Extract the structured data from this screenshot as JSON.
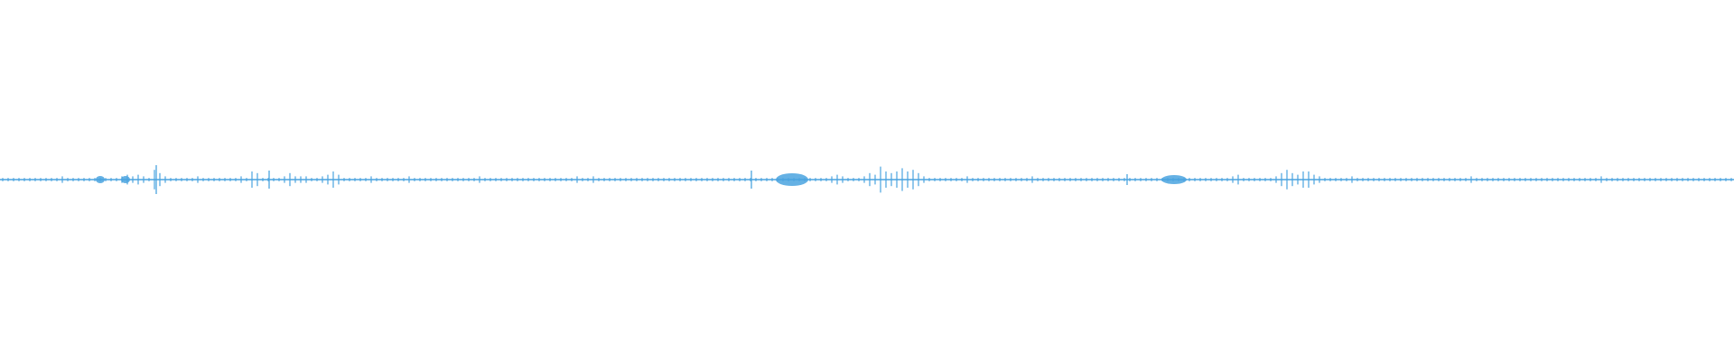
{
  "waveform": {
    "color": "#4aa3df",
    "background": "#ffffff",
    "samples": [
      0.01,
      0.01,
      0.01,
      0.01,
      0.01,
      0.01,
      0.01,
      0.01,
      0.01,
      0.01,
      0.01,
      0.02,
      0.01,
      0.01,
      0.01,
      0.01,
      0.01,
      0.01,
      0.01,
      0.01,
      0.01,
      0.01,
      0.02,
      0.03,
      0.02,
      0.03,
      0.02,
      0.01,
      0.06,
      0.04,
      0.02,
      0.01,
      0.01,
      0.01,
      0.01,
      0.01,
      0.02,
      0.01,
      0.01,
      0.01,
      0.01,
      0.01,
      0.01,
      0.01,
      0.02,
      0.01,
      0.05,
      0.04,
      0.01,
      0.01,
      0.01,
      0.01,
      0.02,
      0.04,
      0.02,
      0.02,
      0.02,
      0.01,
      0.01,
      0.02,
      0.03,
      0.05,
      0.03,
      0.01,
      0.01,
      0.01,
      0.01,
      0.01,
      0.02,
      0.01,
      0.01,
      0.01,
      0.01,
      0.01,
      0.01,
      0.02,
      0.01,
      0.01,
      0.01,
      0.01,
      0.01,
      0.01,
      0.01,
      0.01,
      0.01,
      0.01,
      0.01,
      0.01,
      0.02,
      0.01,
      0.01,
      0.01,
      0.01,
      0.01,
      0.01,
      0.01,
      0.01,
      0.01,
      0.01,
      0.01,
      0.01,
      0.01,
      0.01,
      0.01,
      0.01,
      0.01,
      0.02,
      0.01,
      0.01,
      0.02,
      0.01,
      0.01,
      0.01,
      0.01,
      0.01,
      0.01,
      0.01,
      0.01,
      0.01,
      0.01,
      0.01,
      0.01,
      0.01,
      0.01,
      0.01,
      0.01,
      0.01,
      0.01,
      0.01,
      0.01,
      0.01,
      0.01,
      0.01,
      0.01,
      0.01,
      0.01,
      0.01,
      0.01,
      0.01,
      0.01,
      0.01,
      0.01,
      0.01,
      0.01,
      0.01,
      0.01,
      0.01,
      0.01,
      0.01,
      0.01,
      0.01,
      0.01,
      0.01,
      0.02,
      0.03,
      0.02,
      0.01,
      0.01,
      0.01,
      0.02,
      0.04,
      0.03,
      0.08,
      0.05,
      0.04,
      0.05,
      0.07,
      0.05,
      0.06,
      0.04,
      0.02,
      0.01,
      0.01,
      0.01,
      0.01,
      0.01,
      0.01,
      0.01,
      0.02,
      0.01,
      0.01,
      0.01,
      0.01,
      0.01,
      0.01,
      0.01,
      0.01,
      0.01,
      0.01,
      0.01,
      0.02,
      0.01,
      0.01,
      0.01,
      0.01,
      0.01,
      0.01,
      0.01,
      0.01,
      0.01,
      0.01,
      0.01,
      0.01,
      0.01,
      0.01,
      0.01,
      0.01,
      0.01,
      0.01,
      0.01,
      0.01,
      0.01,
      0.01,
      0.01,
      0.01,
      0.01,
      0.01,
      0.01,
      0.01,
      0.01,
      0.01,
      0.01,
      0.01,
      0.01,
      0.01,
      0.01,
      0.01,
      0.02,
      0.03,
      0.01,
      0.01,
      0.01,
      0.01,
      0.01,
      0.01,
      0.02,
      0.04,
      0.06,
      0.04,
      0.03,
      0.05,
      0.05,
      0.03,
      0.02,
      0.01,
      0.01,
      0.01,
      0.01,
      0.01,
      0.02,
      0.01,
      0.01,
      0.01,
      0.01,
      0.01,
      0.01,
      0.01,
      0.01,
      0.01,
      0.01,
      0.01,
      0.01,
      0.01,
      0.01,
      0.01,
      0.01,
      0.01,
      0.01,
      0.01,
      0.01,
      0.01,
      0.02,
      0.01,
      0.01,
      0.01,
      0.01,
      0.01,
      0.01,
      0.01,
      0.01,
      0.01,
      0.01,
      0.01,
      0.01,
      0.01,
      0.01,
      0.01,
      0.01,
      0.01,
      0.01,
      0.01,
      0.01,
      0.01,
      0.01,
      0.01,
      0.02,
      0.01,
      0.01,
      0.01,
      0.01,
      0.01,
      0.01,
      0.01,
      0.01,
      0.01,
      0.01,
      0.01,
      0.01,
      0.01,
      0.01,
      0.01,
      0.01,
      0.01,
      0.01,
      0.01,
      0.01,
      0.01,
      0.01,
      0.01,
      0.01
    ]
  }
}
